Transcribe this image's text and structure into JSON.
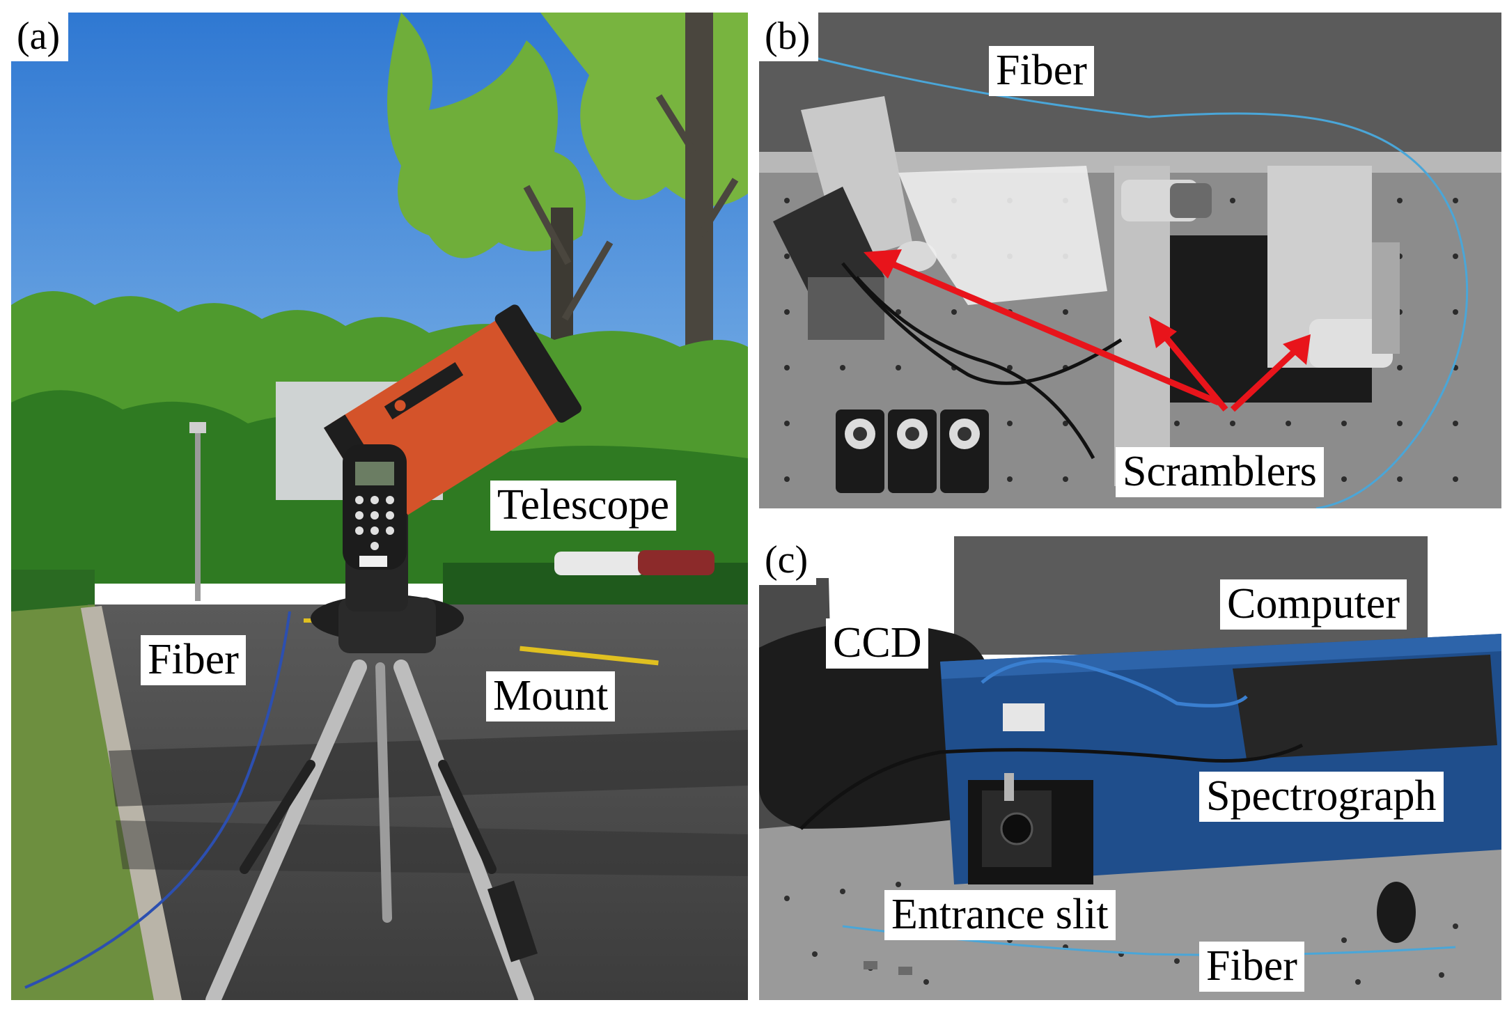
{
  "panels": {
    "a": {
      "letter": "(a)",
      "labels": {
        "telescope": "Telescope",
        "fiber": "Fiber",
        "mount": "Mount"
      }
    },
    "b": {
      "letter": "(b)",
      "labels": {
        "fiber": "Fiber",
        "scramblers": "Scramblers"
      }
    },
    "c": {
      "letter": "(c)",
      "labels": {
        "computer": "Computer",
        "ccd": "CCD",
        "spectrograph": "Spectrograph",
        "entrance_slit": "Entrance slit",
        "fiber": "Fiber"
      }
    }
  },
  "colors": {
    "sky": "#3a86d9",
    "foliage": "#5aa82e",
    "asphalt": "#4b4b4b",
    "telescope_tube": "#d4532a",
    "arrow": "#e8141b",
    "optical_table": "#8c8c8c",
    "spectrograph_body": "#1f4e8c",
    "cloth": "#1c1c1c",
    "fiber_cable": "#4aa6d8"
  }
}
